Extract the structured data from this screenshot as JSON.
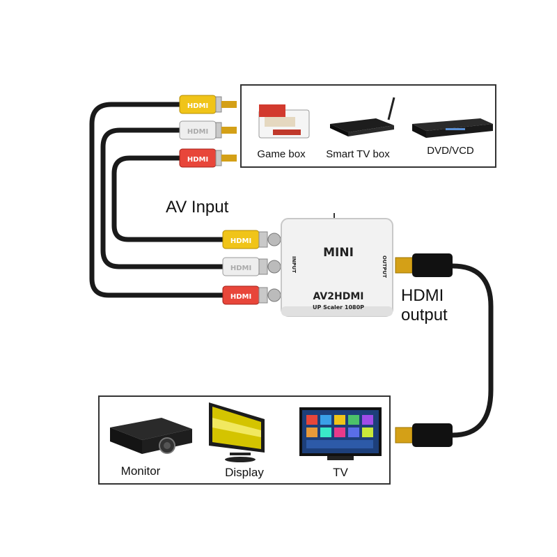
{
  "sources": {
    "items": [
      {
        "label": "Game box"
      },
      {
        "label": "Smart TV box"
      },
      {
        "label": "DVD/VCD"
      }
    ]
  },
  "displays": {
    "items": [
      {
        "label": "Monitor"
      },
      {
        "label": "Display"
      },
      {
        "label": "TV"
      }
    ]
  },
  "labels": {
    "av_input": "AV Input",
    "hdmi_output_line1": "HDMI",
    "hdmi_output_line2": "output"
  },
  "converter": {
    "brand": "MINI",
    "model": "AV2HDMI",
    "subtitle": "UP Scaler 1080P",
    "input_port": "INPUT",
    "output_port": "OUTPUT"
  },
  "plug_text": "HDMI",
  "colors": {
    "yellow": "#f0c419",
    "white": "#eeeeee",
    "red": "#e8463a",
    "cable": "#1a1a1a",
    "converter_body": "#f2f2f2",
    "gold": "#d4a017"
  }
}
